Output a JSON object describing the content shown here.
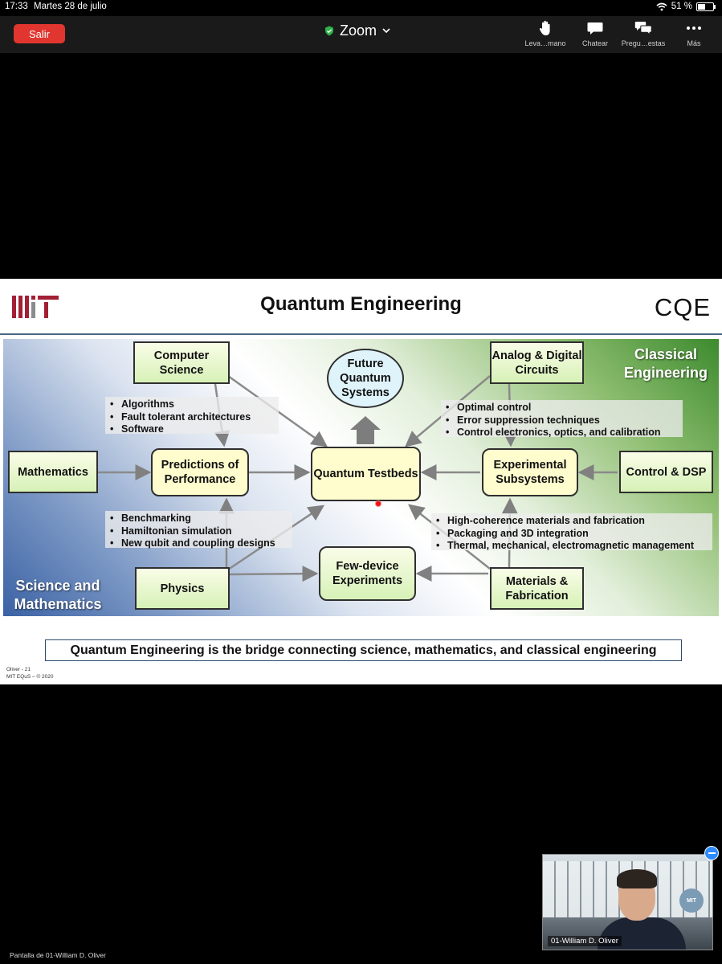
{
  "status_bar": {
    "time": "17:33",
    "date": "Martes 28 de julio",
    "battery": "51 %"
  },
  "toolbar": {
    "exit_label": "Salir",
    "meeting_title": "Zoom",
    "buttons": [
      {
        "label": "Leva…mano",
        "icon": "raise-hand-icon"
      },
      {
        "label": "Chatear",
        "icon": "chat-icon"
      },
      {
        "label": "Pregu…estas",
        "icon": "qa-icon"
      },
      {
        "label": "Más",
        "icon": "more-icon"
      }
    ]
  },
  "slide": {
    "logo_left": "MIT",
    "title": "Quantum Engineering",
    "logo_right": "CQE",
    "nodes": {
      "computer_science": "Computer Science",
      "future_quantum": "Future Quantum Systems",
      "analog_digital": "Analog & Digital Circuits",
      "mathematics": "Mathematics",
      "predictions": "Predictions of Performance",
      "quantum_testbeds": "Quantum Testbeds",
      "experimental_subsystems": "Experimental Subsystems",
      "control_dsp": "Control & DSP",
      "physics": "Physics",
      "few_device": "Few-device Experiments",
      "materials": "Materials & Fabrication"
    },
    "bullets_cs": [
      "Algorithms",
      "Fault tolerant architectures",
      "Software"
    ],
    "bullets_physics": [
      "Benchmarking",
      "Hamiltonian simulation",
      "New qubit and coupling designs"
    ],
    "bullets_analog": [
      "Optimal control",
      "Error suppression techniques",
      "Control electronics, optics, and calibration"
    ],
    "bullets_materials": [
      "High-coherence materials and fabrication",
      "Packaging and 3D integration",
      "Thermal, mechanical, electromagnetic management"
    ],
    "corner_classical": "Classical Engineering",
    "corner_science": "Science and Mathematics",
    "footer_banner": "Quantum Engineering is the bridge connecting science, mathematics, and classical engineering",
    "footnote_line1": "Oliver - 21",
    "footnote_line2": "MIT EQuS – © 2020"
  },
  "video": {
    "name": "01-William D. Oliver",
    "badge": "MIT"
  },
  "share_label": "Pantalla de 01-William D. Oliver",
  "colors": {
    "exit_button": "#e0362f",
    "topbar": "#1a1a1a",
    "node_fill": "#fffdcd",
    "accent_blue": "#2d8cff"
  }
}
